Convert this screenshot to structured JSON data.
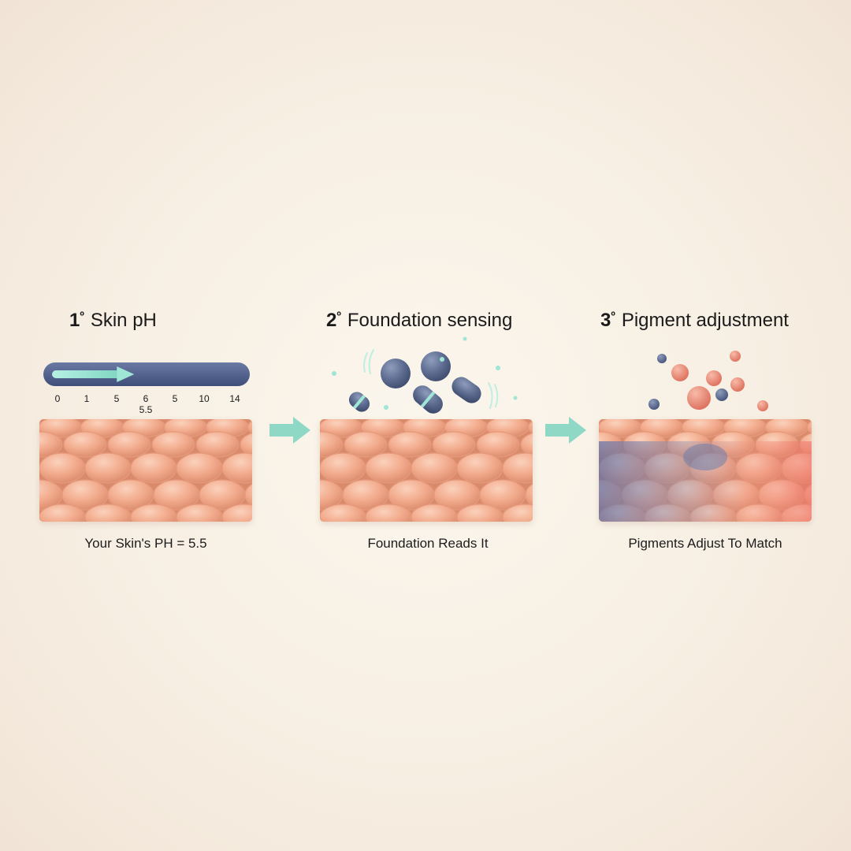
{
  "steps": [
    {
      "number": "1",
      "ordinal": "º",
      "title": "Skin pH",
      "caption": "Your Skin's PH = 5.5"
    },
    {
      "number": "2",
      "ordinal": "º",
      "title": "Foundation sensing",
      "caption": "Foundation Reads It"
    },
    {
      "number": "3",
      "ordinal": "º",
      "title": "Pigment adjustment",
      "caption": "Pigments Adjust To Match"
    }
  ],
  "ph_scale": {
    "ticks": [
      "0",
      "1",
      "5",
      "6",
      "5",
      "10",
      "14"
    ],
    "marker": "5.5",
    "level": 5.5,
    "max": 14
  },
  "colors": {
    "skin": "#f2aa8c",
    "skin_highlight": "#fbd2bc",
    "skin_shadow": "#d98a6b",
    "accent_teal": "#8fd8c6",
    "molecule_blue": "#5b6b8e",
    "pigment_coral": "#ec8d78",
    "bar_navy": "#4a5a86"
  },
  "icons": [
    "flow-arrow-icon",
    "molecule-icon",
    "pigment-dot-icon",
    "skin-cell-icon"
  ]
}
